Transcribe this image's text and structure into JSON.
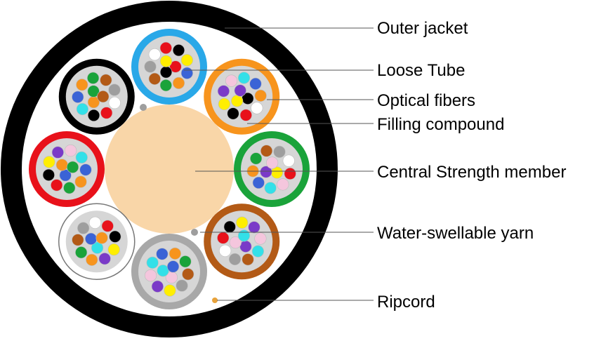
{
  "labels": {
    "outer_jacket": "Outer jacket",
    "loose_tube": "Loose Tube",
    "optical_fibers": "Optical fibers",
    "filling_compound": "Filling compound",
    "central_strength_member": "Central Strength member",
    "water_swellable_yarn": "Water-swellable yarn",
    "ripcord": "Ripcord"
  },
  "colors": {
    "outer_jacket": "#000000",
    "cable_interior": "#ffffff",
    "central_strength_member": "#f9d6a8",
    "filling_compound": "#d6d6d6",
    "water_swellable_yarn": "#9e9e9e",
    "ripcord": "#e8a23a",
    "leader_line": "#555555"
  },
  "tubes": [
    {
      "name": "blue",
      "color": "#29a8e8",
      "border": "none"
    },
    {
      "name": "orange",
      "color": "#f7941d",
      "border": "none"
    },
    {
      "name": "green",
      "color": "#1aa33a",
      "border": "none"
    },
    {
      "name": "brown",
      "color": "#b35a16",
      "border": "none"
    },
    {
      "name": "slate",
      "color": "#a8a8a8",
      "border": "none"
    },
    {
      "name": "white",
      "color": "#ffffff",
      "border": "#777777"
    },
    {
      "name": "red",
      "color": "#e8111a",
      "border": "none"
    },
    {
      "name": "black",
      "color": "#000000",
      "border": "none"
    }
  ],
  "fiber_colors": [
    "#3a63d6",
    "#f7941d",
    "#1aa33a",
    "#b35a16",
    "#9e9e9e",
    "#ffffff",
    "#e8111a",
    "#000000",
    "#ffee00",
    "#7a3ac8",
    "#f4c6dd",
    "#33e0e8"
  ]
}
